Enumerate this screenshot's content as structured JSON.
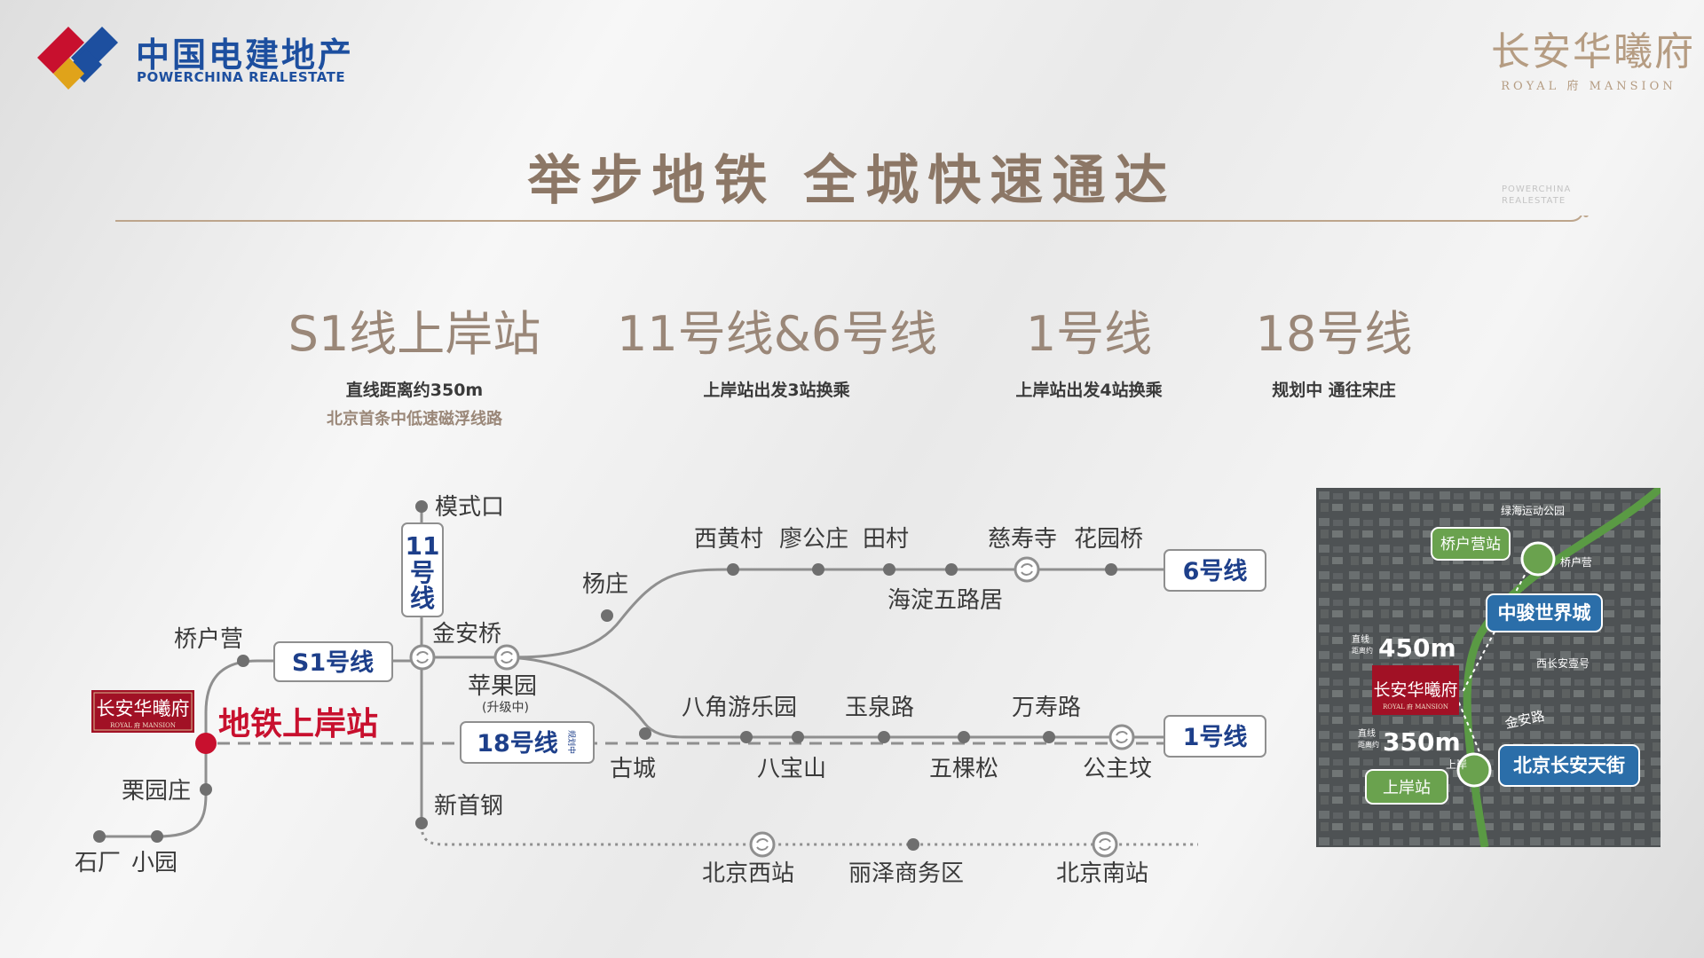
{
  "brand": {
    "name_cn": "中国电建地产",
    "name_en": "POWERCHINA REALESTATE"
  },
  "project": {
    "name_cn": "长安华曦府",
    "name_en": "ROYAL 府 MANSION"
  },
  "watermark": {
    "line1": "POWERCHINA",
    "line2": "REALESTATE"
  },
  "title": "举步地铁  全城快速通达",
  "features": [
    {
      "title": "S1线上岸站",
      "desc1": "直线距离约350m",
      "desc2": "北京首条中低速磁浮线路"
    },
    {
      "title": "11号线&6号线",
      "desc1": "上岸站出发3站换乘",
      "desc2": ""
    },
    {
      "title": "1号线",
      "desc1": "上岸站出发4站换乘",
      "desc2": ""
    },
    {
      "title": "18号线",
      "desc1": "规划中 通往宋庄",
      "desc2": ""
    }
  ],
  "map": {
    "lines": {
      "s1": "S1号线",
      "l11": [
        "11",
        "号",
        "线"
      ],
      "l6": "6号线",
      "l1": "1号线",
      "l18": "18号线",
      "l18_note": "规划中"
    },
    "highlight_station": "地铁上岸站",
    "stations": {
      "moshikou": "模式口",
      "qiaohuying": "桥户营",
      "jinanqiao": "金安桥",
      "yangzhuang": "杨庄",
      "xihuangcun": "西黄村",
      "liaogongzhuang": "廖公庄",
      "tiancun": "田村",
      "cishousi": "慈寿寺",
      "huayuanqiao": "花园桥",
      "haidianwuluju": "海淀五路居",
      "pingguoyuan": "苹果园",
      "pingguoyuan_note": "(升级中)",
      "bajiao": "八角游乐园",
      "yuquanlu": "玉泉路",
      "wanshoulu": "万寿路",
      "gucheng": "古城",
      "babaoshan": "八宝山",
      "wukesong": "五棵松",
      "gongzhufen": "公主坟",
      "liyuanzhuang": "栗园庄",
      "shichang": "石厂",
      "xiaoyuan": "小园",
      "xinshougang": "新首钢",
      "beijingxi": "北京西站",
      "lize": "丽泽商务区",
      "beijingnan": "北京南站"
    }
  },
  "satellite": {
    "park": "绿海运动公园",
    "qhy_station": "桥户营站",
    "qhy_road": "桥户营",
    "zhongjun": "中骏世界城",
    "dist1_prefix": "直线",
    "dist1_prefix2": "距离约",
    "dist1": "450m",
    "xichang": "西长安壹号",
    "jinan_road": "金安路",
    "dist2_prefix": "直线",
    "dist2_prefix2": "距离约",
    "dist2": "350m",
    "shangan_station": "上岸站",
    "shangan_road": "上岸",
    "changan_street": "北京长安天街"
  },
  "colors": {
    "accent": "#c8102e",
    "navy": "#1d3f8a",
    "gold": "#9a8778",
    "line_gray": "#8f8f8f",
    "green": "#6aa24e"
  }
}
